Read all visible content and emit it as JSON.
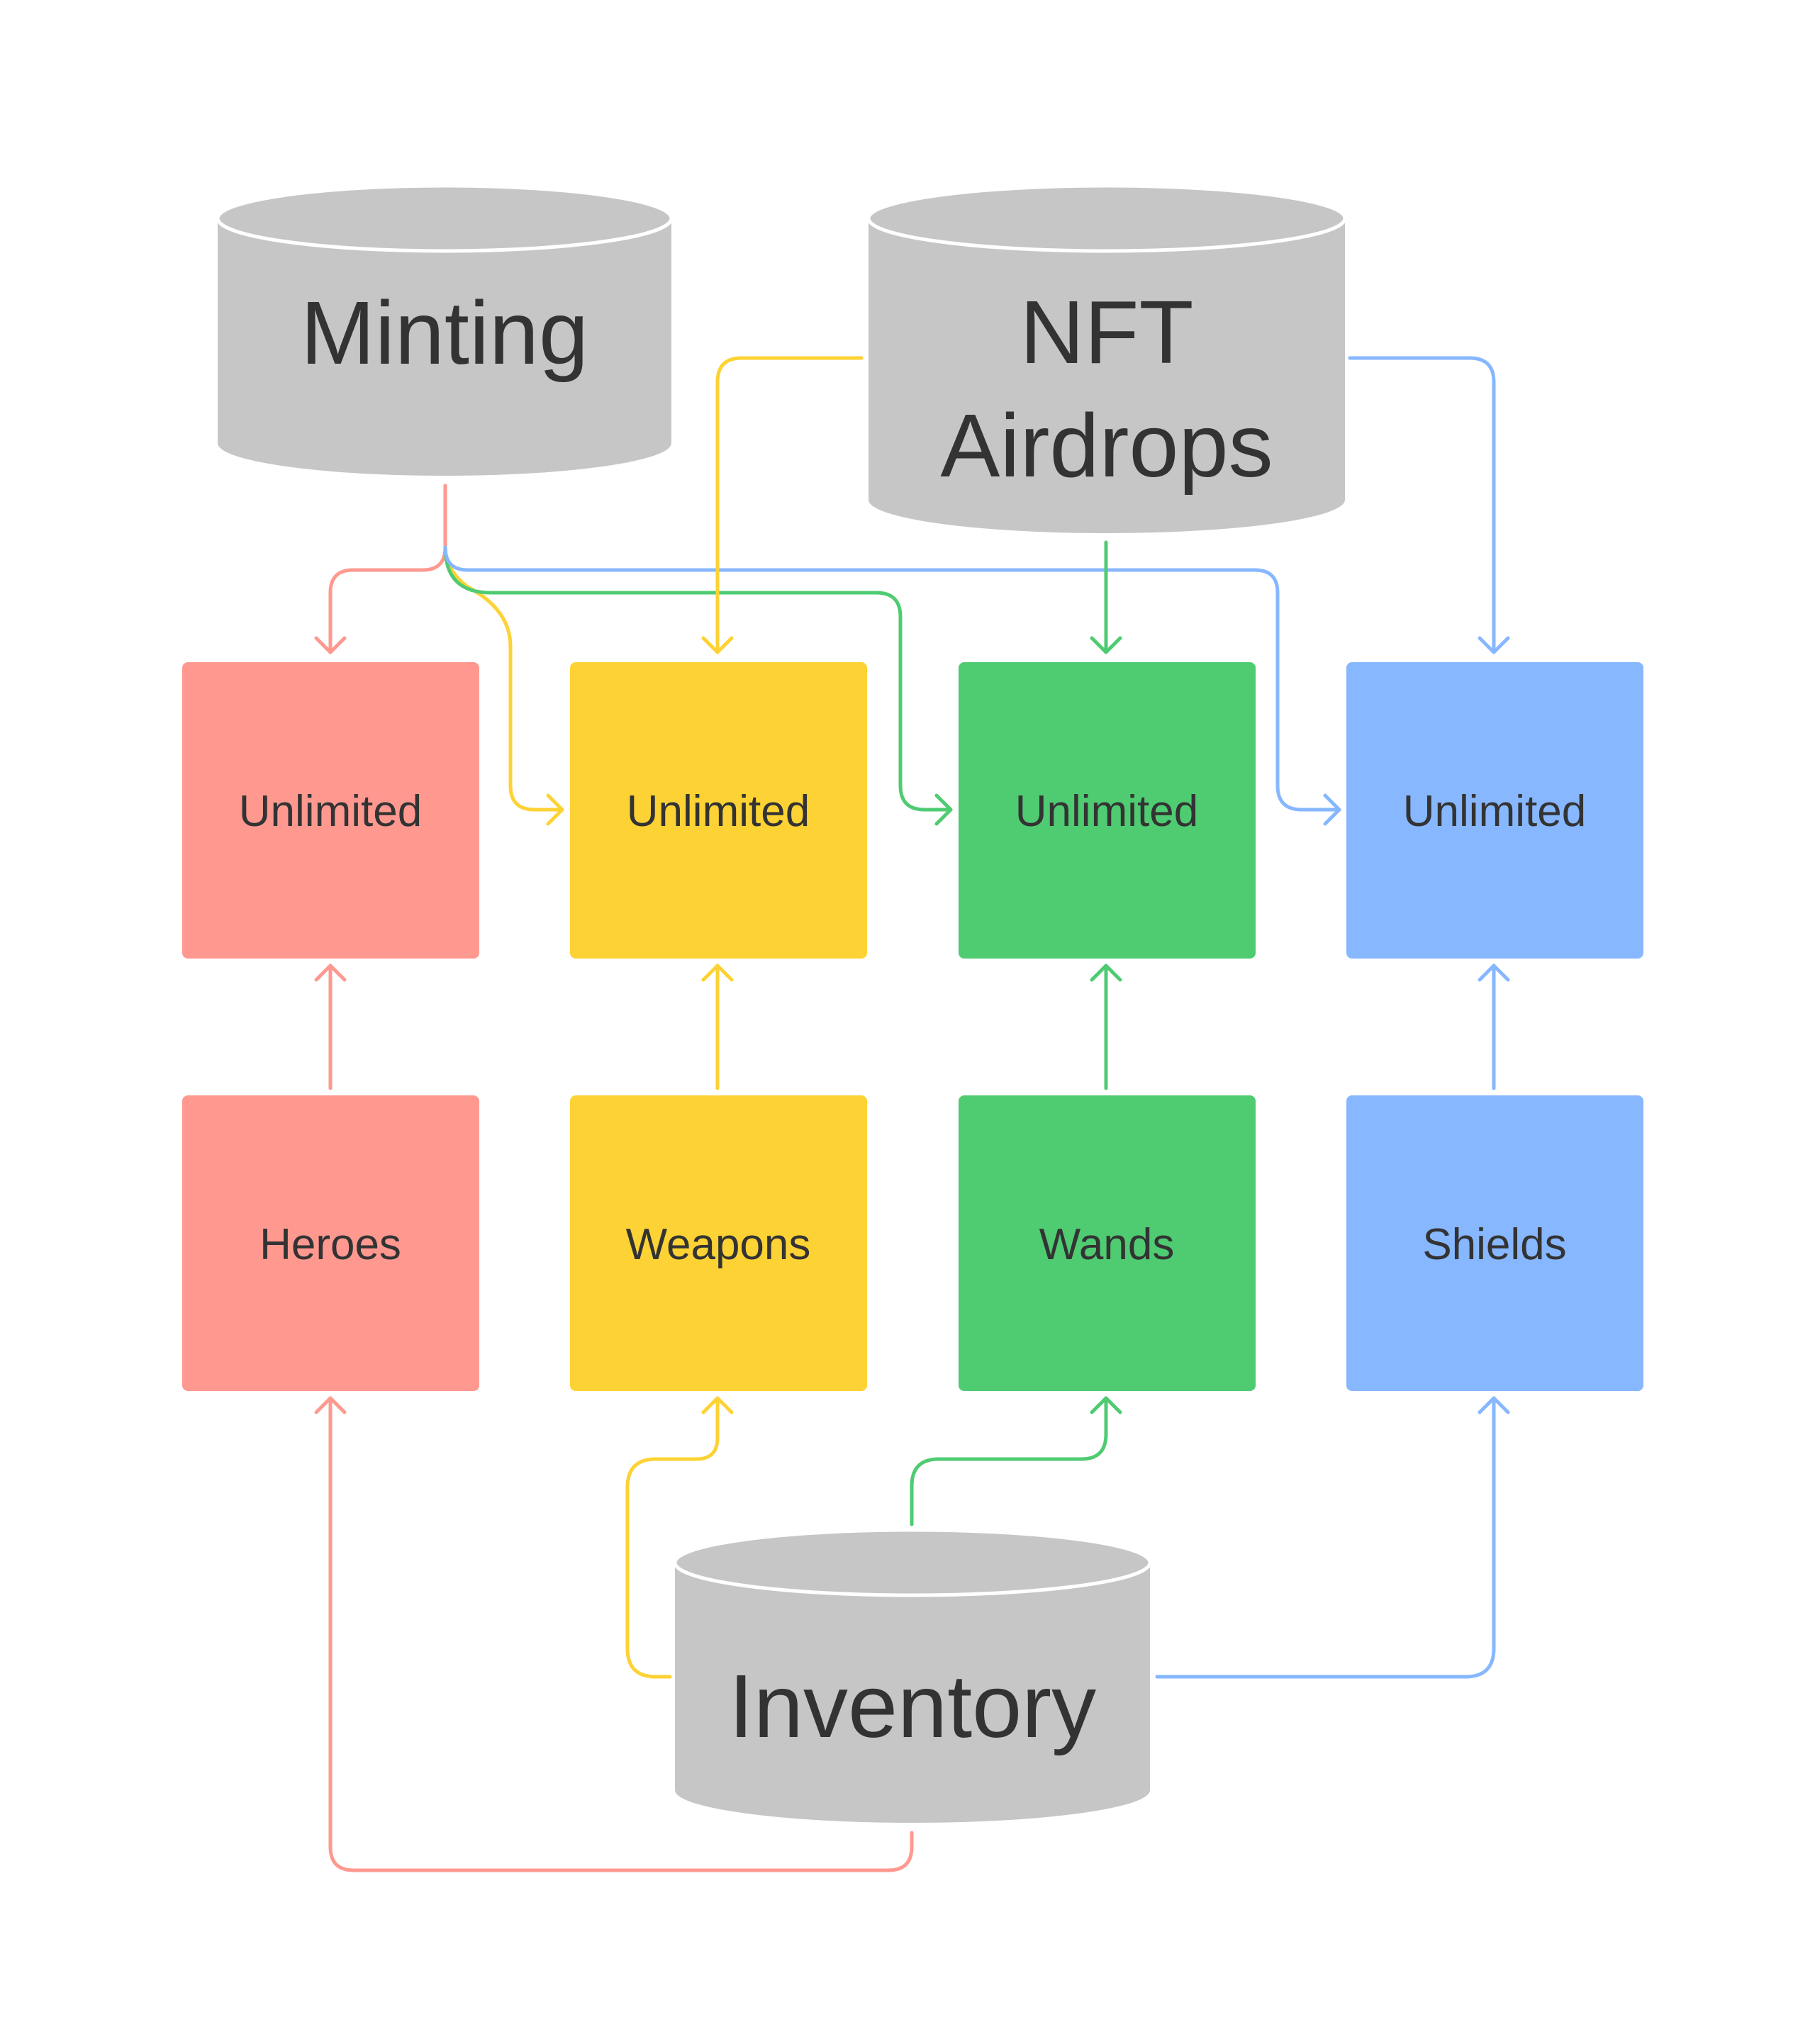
{
  "colors": {
    "red": "#ff9990",
    "yellow": "#fdd234",
    "green": "#4fcb72",
    "blue": "#87b7ff",
    "database": "#c6c6c6",
    "text": "#333333",
    "background": "#ffffff"
  },
  "databases": {
    "minting": {
      "label": "Minting"
    },
    "nft_airdrops": {
      "line1": "NFT",
      "line2": "Airdrops"
    },
    "inventory": {
      "label": "Inventory"
    }
  },
  "boxes": {
    "heroes_cap": {
      "label": "Unlimited",
      "color": "red"
    },
    "weapons_cap": {
      "label": "Unlimited",
      "color": "yellow"
    },
    "wands_cap": {
      "label": "Unlimited",
      "color": "green"
    },
    "shields_cap": {
      "label": "Unlimited",
      "color": "blue"
    },
    "heroes": {
      "label": "Heroes",
      "color": "red"
    },
    "weapons": {
      "label": "Weapons",
      "color": "yellow"
    },
    "wands": {
      "label": "Wands",
      "color": "green"
    },
    "shields": {
      "label": "Shields",
      "color": "blue"
    }
  },
  "edges": [
    {
      "from": "Minting",
      "to": "Heroes Unlimited",
      "color": "red"
    },
    {
      "from": "Minting",
      "to": "Weapons Unlimited",
      "color": "yellow"
    },
    {
      "from": "Minting",
      "to": "Wands Unlimited",
      "color": "green"
    },
    {
      "from": "Minting",
      "to": "Shields Unlimited",
      "color": "blue"
    },
    {
      "from": "NFT Airdrops",
      "to": "Weapons Unlimited",
      "color": "yellow"
    },
    {
      "from": "NFT Airdrops",
      "to": "Wands Unlimited",
      "color": "green"
    },
    {
      "from": "NFT Airdrops",
      "to": "Shields Unlimited",
      "color": "blue"
    },
    {
      "from": "Heroes",
      "to": "Heroes Unlimited",
      "color": "red"
    },
    {
      "from": "Weapons",
      "to": "Weapons Unlimited",
      "color": "yellow"
    },
    {
      "from": "Wands",
      "to": "Wands Unlimited",
      "color": "green"
    },
    {
      "from": "Shields",
      "to": "Shields Unlimited",
      "color": "blue"
    },
    {
      "from": "Inventory",
      "to": "Heroes",
      "color": "red"
    },
    {
      "from": "Inventory",
      "to": "Weapons",
      "color": "yellow"
    },
    {
      "from": "Inventory",
      "to": "Wands",
      "color": "green"
    },
    {
      "from": "Inventory",
      "to": "Shields",
      "color": "blue"
    }
  ]
}
